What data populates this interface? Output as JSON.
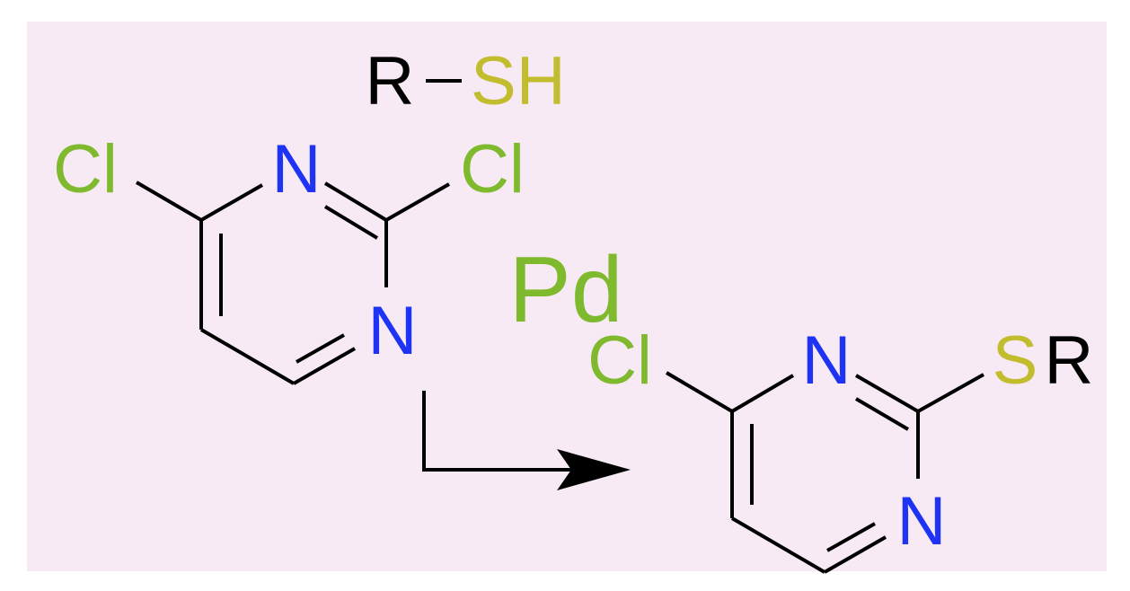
{
  "colors": {
    "background": "#f7eaf4",
    "bond": "#000000",
    "chlorine": "#7fba2e",
    "nitrogen": "#1f33f5",
    "sulfur": "#c2bd2f",
    "carbon_group": "#000000",
    "palladium": "#7fba2e"
  },
  "reagent": {
    "r": "R",
    "sh": "SH"
  },
  "starting_material": {
    "cl_left": "Cl",
    "n_top": "N",
    "cl_right": "Cl",
    "n_bottom": "N"
  },
  "catalyst": {
    "label": "Pd"
  },
  "product": {
    "cl": "Cl",
    "n_top": "N",
    "s": "S",
    "r": "R",
    "n_bottom": "N"
  }
}
